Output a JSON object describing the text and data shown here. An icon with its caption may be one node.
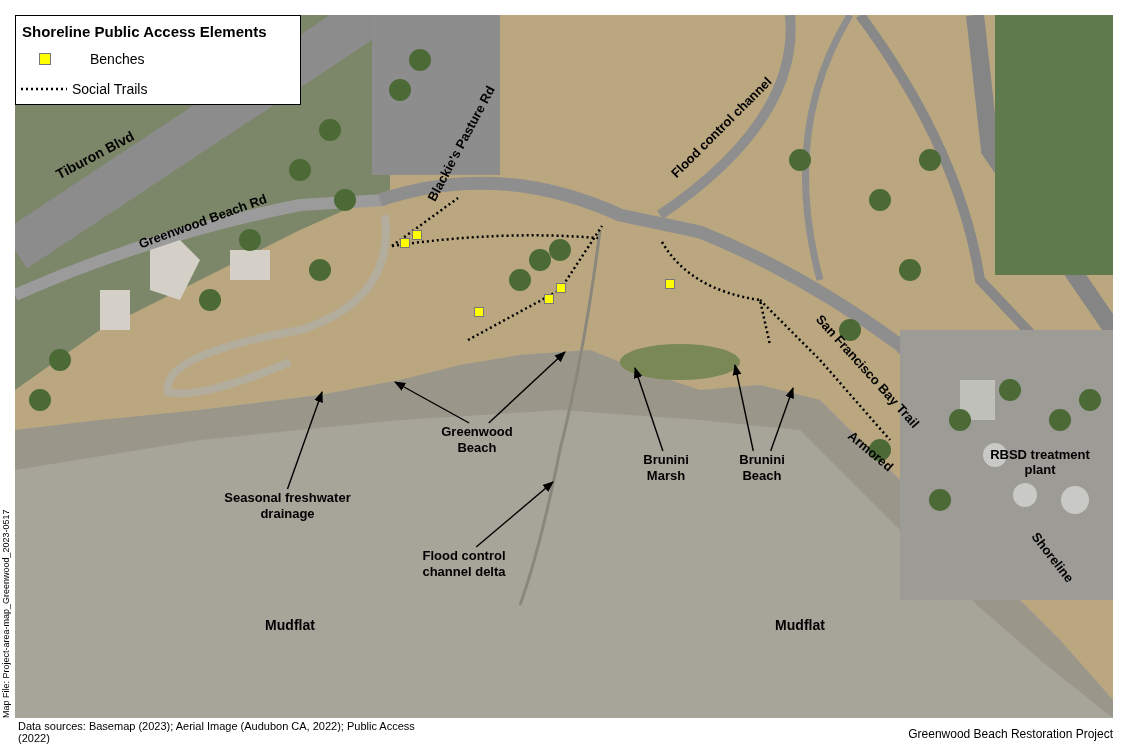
{
  "diagram": {
    "nodes": [
      {
        "text": [
          "Greenwood Beach"
        ]
      },
      {
        "text": [
          "Brunini Marsh"
        ]
      },
      {
        "text": [
          "Brunini Beach"
        ]
      },
      {
        "text": [
          "Seasonal freshwater drainage"
        ]
      },
      {
        "text": [
          "Flood control channel delta"
        ]
      }
    ],
    "edges": [
      {
        "from": 0,
        "to": null,
        "arrow": "to"
      },
      {
        "from": 0,
        "to": null,
        "arrow": "to"
      },
      {
        "from": 1,
        "to": null,
        "arrow": "to"
      },
      {
        "from": 2,
        "to": null,
        "arrow": "to"
      },
      {
        "from": 2,
        "to": null,
        "arrow": "to"
      },
      {
        "from": 3,
        "to": null,
        "arrow": "to"
      },
      {
        "from": 4,
        "to": null,
        "arrow": "to"
      }
    ],
    "labels": [
      "Shoreline Public Access Elements",
      "Tiburon Blvd",
      "Greenwood Beach Rd",
      "Blackie's Pasture Rd",
      "Flood control channel",
      "San Francisco Bay Trail",
      "Armored",
      "RBSD treatment plant",
      "Shoreline",
      "Mudflat",
      "Mudflat",
      "Map File: Project-area-map_Greenwood_2023-0517",
      "Data sources: Basemap (2023); Aerial Image (Audubon CA, 2022); Public Access (2022)",
      "Greenwood Beach Restoration Project"
    ],
    "legend": [
      {
        "text": "Benches",
        "color": "#ffff00"
      },
      {
        "text": "Social Trails"
      }
    ]
  }
}
